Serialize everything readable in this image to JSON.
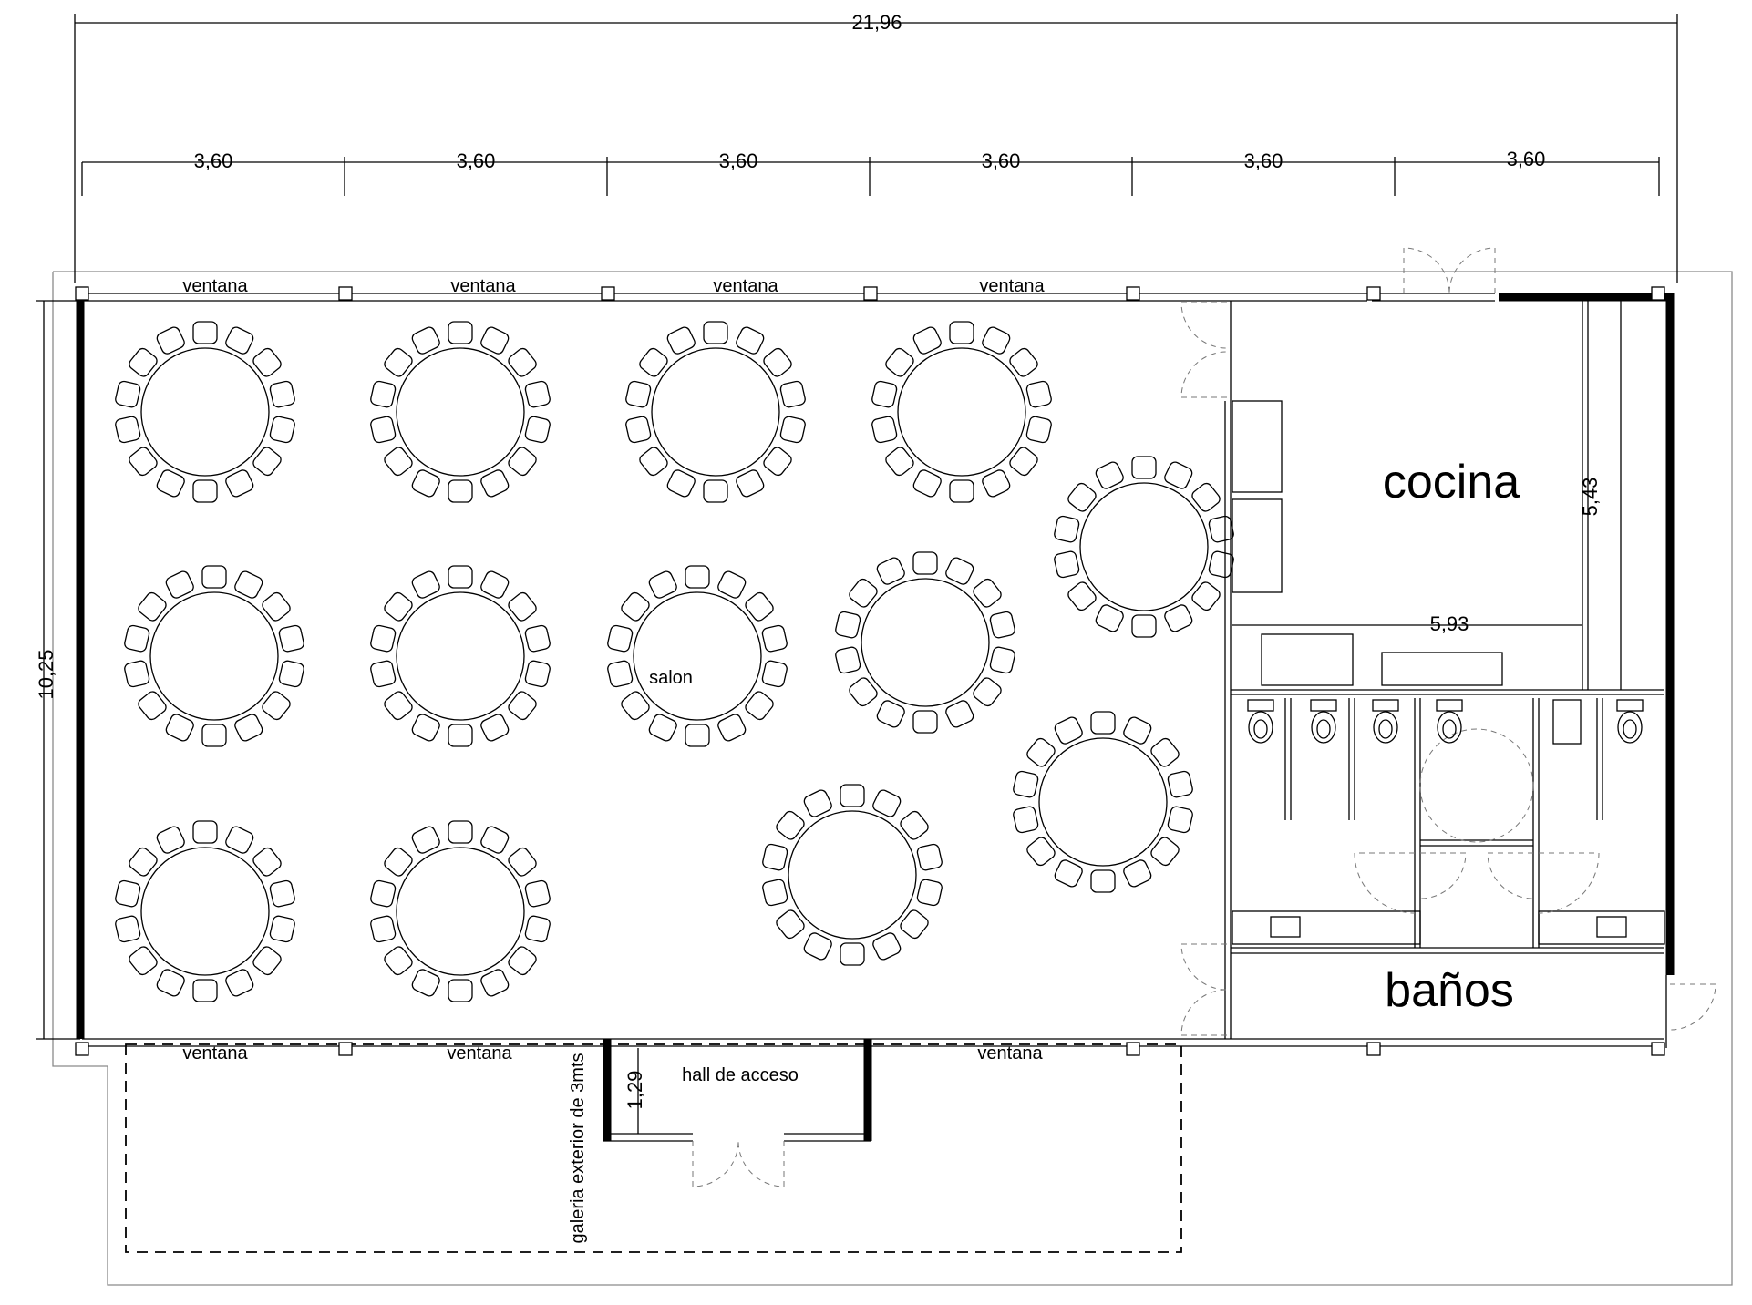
{
  "dimensions": {
    "total_width": "21,96",
    "bays": [
      "3,60",
      "3,60",
      "3,60",
      "3,60",
      "3,60",
      "3,60"
    ],
    "total_depth": "10,25",
    "kitchen_depth": "5,43",
    "kitchen_width": "5,93",
    "hall_depth": "1,29"
  },
  "windows": {
    "top": [
      "ventana",
      "ventana",
      "ventana",
      "ventana"
    ],
    "bottom": [
      "ventana",
      "ventana",
      "ventana"
    ]
  },
  "rooms": {
    "salon": "salon",
    "cocina": "cocina",
    "banos": "baños",
    "hall": "hall de acceso",
    "galeria": "galeria exterior de 3mts"
  },
  "furniture": {
    "round_tables": 14,
    "toilets": 5
  }
}
